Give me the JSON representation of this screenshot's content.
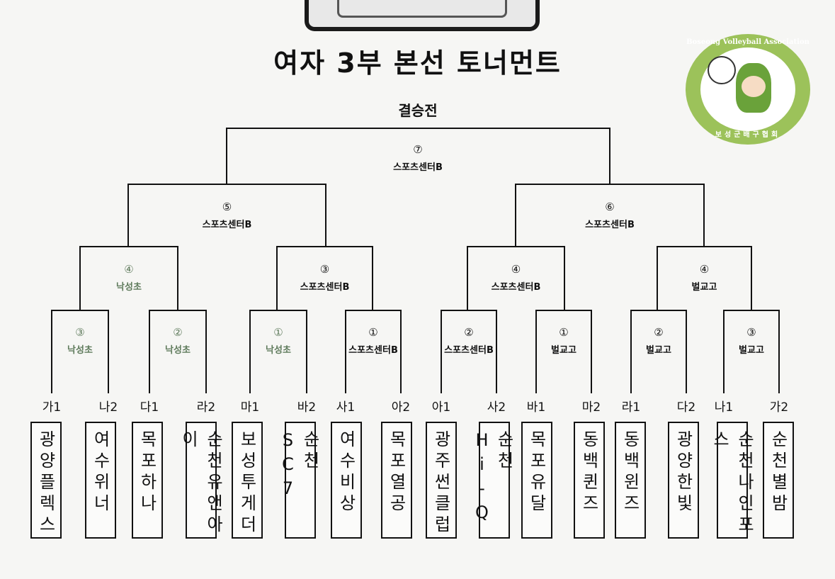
{
  "title": "여자 3부 본선 토너먼트",
  "final_label": "결승전",
  "logo": {
    "text_en": "Boseong Volleyball Association",
    "text_ko": "보성군배구협회"
  },
  "colors": {
    "line": "#111111",
    "green_label": "#5f7b5c",
    "logo_green": "#9cc25a"
  },
  "final": {
    "num": "⑦",
    "court": "스포츠센터B"
  },
  "semifinals": [
    {
      "num": "⑤",
      "court": "스포츠센터B"
    },
    {
      "num": "⑥",
      "court": "스포츠센터B"
    }
  ],
  "quarterfinals": [
    {
      "num": "④",
      "court": "낙성초"
    },
    {
      "num": "③",
      "court": "스포츠센터B"
    },
    {
      "num": "④",
      "court": "스포츠센터B"
    },
    {
      "num": "④",
      "court": "벌교고"
    }
  ],
  "round1": [
    {
      "num": "③",
      "court": "낙성초"
    },
    {
      "num": "②",
      "court": "낙성초"
    },
    {
      "num": "①",
      "court": "낙성초"
    },
    {
      "num": "①",
      "court": "스포츠센터B"
    },
    {
      "num": "②",
      "court": "스포츠센터B"
    },
    {
      "num": "①",
      "court": "벌교고"
    },
    {
      "num": "②",
      "court": "벌교고"
    },
    {
      "num": "③",
      "court": "벌교고"
    }
  ],
  "teams": [
    {
      "seed": "가1",
      "name": "광양플렉스"
    },
    {
      "seed": "나2",
      "name": "여수위너"
    },
    {
      "seed": "다1",
      "name": "목포하나"
    },
    {
      "seed": "라2",
      "name": "순천유앤아이"
    },
    {
      "seed": "마1",
      "name": "보성투게더"
    },
    {
      "seed": "바2",
      "name": "순천SC7"
    },
    {
      "seed": "사1",
      "name": "여수비상"
    },
    {
      "seed": "아2",
      "name": "목포열공"
    },
    {
      "seed": "아1",
      "name": "광주썬클럽"
    },
    {
      "seed": "사2",
      "name": "순천Hi-Q"
    },
    {
      "seed": "바1",
      "name": "목포유달"
    },
    {
      "seed": "마2",
      "name": "동백퀸즈"
    },
    {
      "seed": "라1",
      "name": "동백윈즈"
    },
    {
      "seed": "다2",
      "name": "광양한빛"
    },
    {
      "seed": "나1",
      "name": "순천나인포스"
    },
    {
      "seed": "가2",
      "name": "순천별밤"
    }
  ]
}
